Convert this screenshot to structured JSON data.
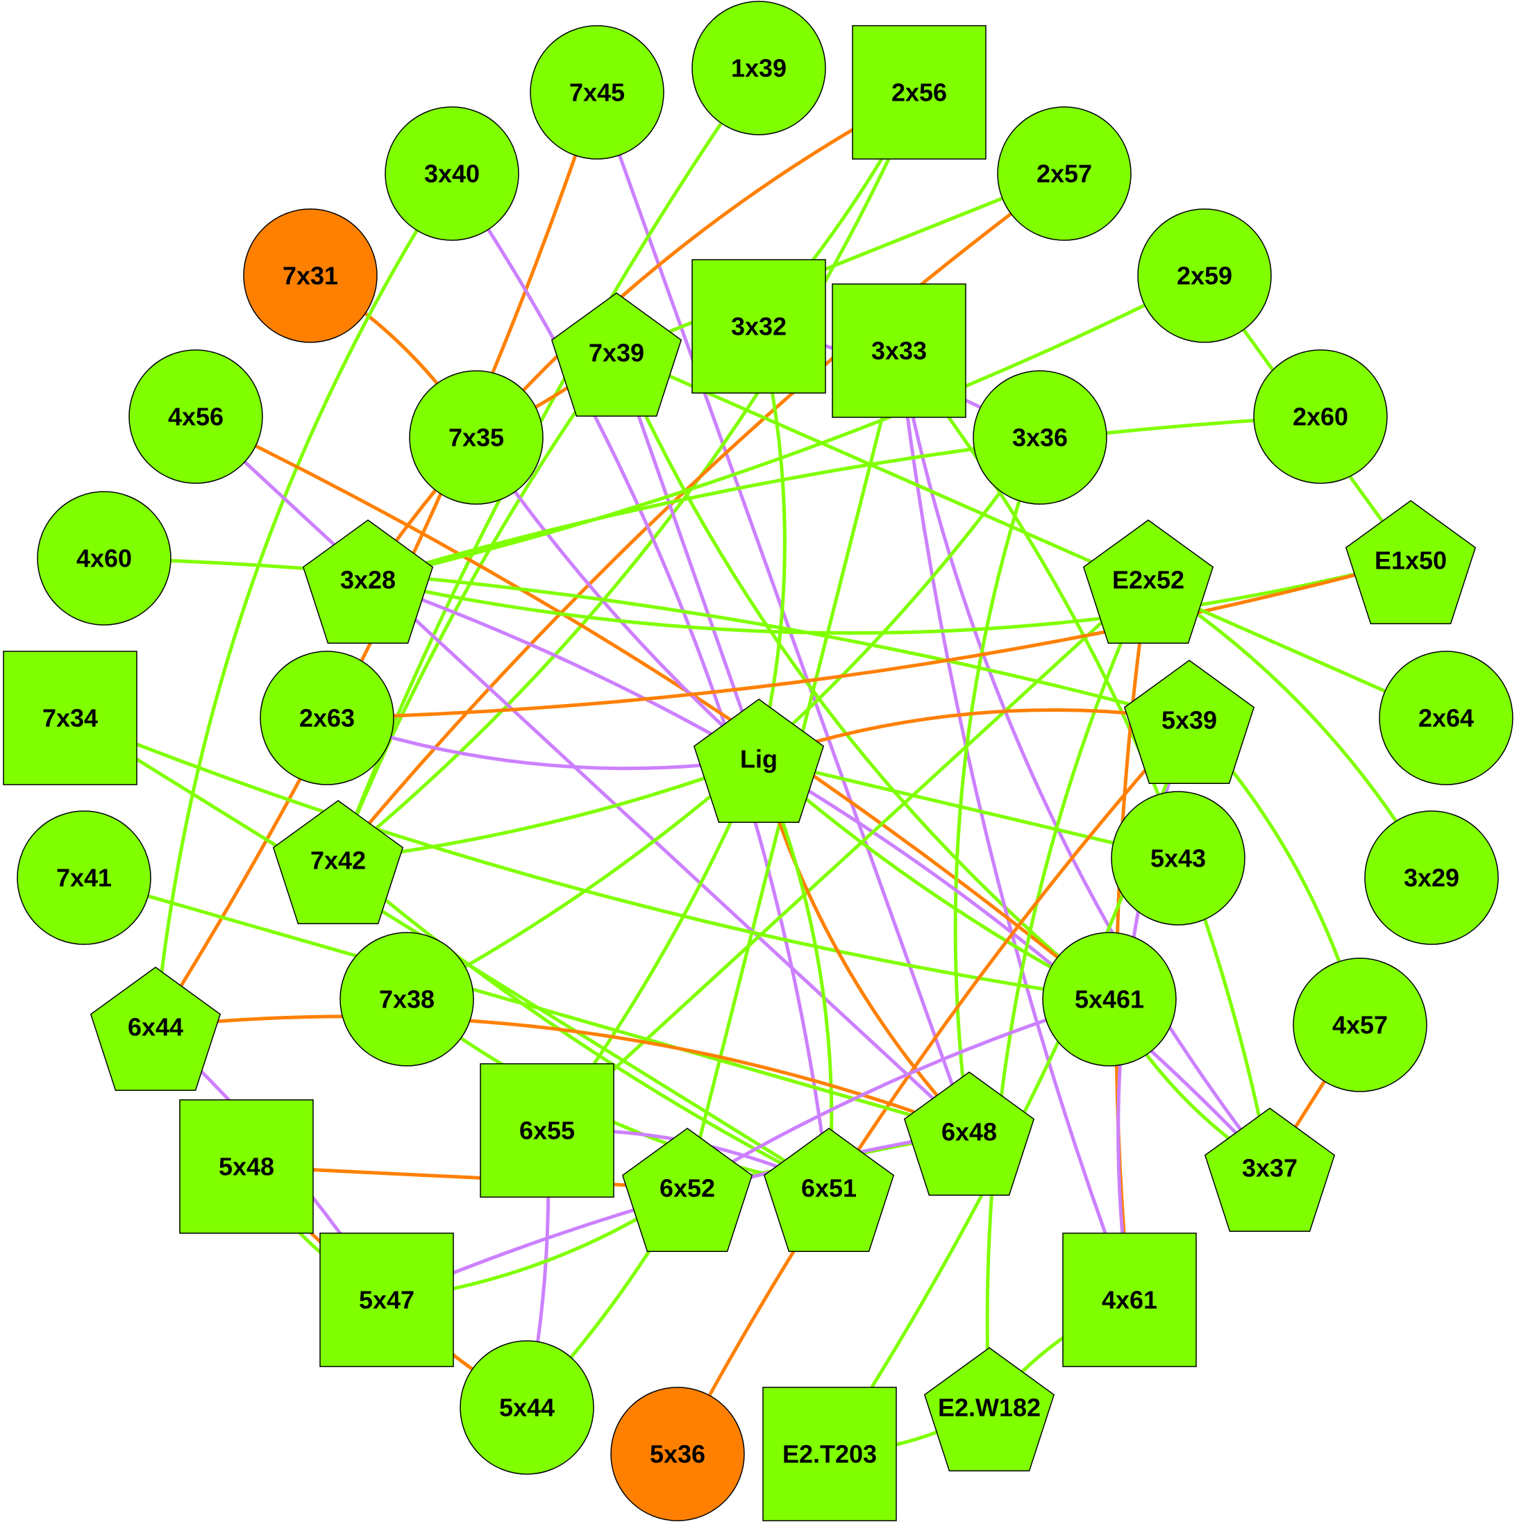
{
  "colors": {
    "green": "#80ff00",
    "orange": "#ff8000",
    "purple": "#cc80ff"
  },
  "nodes": [
    {
      "id": "1x39",
      "shape": "circle",
      "color": "green"
    },
    {
      "id": "7x45",
      "shape": "circle",
      "color": "green"
    },
    {
      "id": "2x56",
      "shape": "square",
      "color": "green"
    },
    {
      "id": "3x40",
      "shape": "circle",
      "color": "green"
    },
    {
      "id": "2x57",
      "shape": "circle",
      "color": "green"
    },
    {
      "id": "7x31",
      "shape": "circle",
      "color": "orange"
    },
    {
      "id": "2x59",
      "shape": "circle",
      "color": "green"
    },
    {
      "id": "7x39",
      "shape": "pentagon",
      "color": "green"
    },
    {
      "id": "3x32",
      "shape": "square",
      "color": "green"
    },
    {
      "id": "3x33",
      "shape": "square",
      "color": "green"
    },
    {
      "id": "4x56",
      "shape": "circle",
      "color": "green"
    },
    {
      "id": "7x35",
      "shape": "circle",
      "color": "green"
    },
    {
      "id": "3x36",
      "shape": "circle",
      "color": "green"
    },
    {
      "id": "2x60",
      "shape": "circle",
      "color": "green"
    },
    {
      "id": "4x60",
      "shape": "circle",
      "color": "green"
    },
    {
      "id": "3x28",
      "shape": "pentagon",
      "color": "green"
    },
    {
      "id": "E2x52",
      "shape": "pentagon",
      "color": "green"
    },
    {
      "id": "E1x50",
      "shape": "pentagon",
      "color": "green"
    },
    {
      "id": "7x34",
      "shape": "square",
      "color": "green"
    },
    {
      "id": "2x63",
      "shape": "circle",
      "color": "green"
    },
    {
      "id": "Lig",
      "shape": "pentagon",
      "color": "green"
    },
    {
      "id": "5x39",
      "shape": "pentagon",
      "color": "green"
    },
    {
      "id": "2x64",
      "shape": "circle",
      "color": "green"
    },
    {
      "id": "7x42",
      "shape": "pentagon",
      "color": "green"
    },
    {
      "id": "5x43",
      "shape": "circle",
      "color": "green"
    },
    {
      "id": "7x41",
      "shape": "circle",
      "color": "green"
    },
    {
      "id": "3x29",
      "shape": "circle",
      "color": "green"
    },
    {
      "id": "7x38",
      "shape": "circle",
      "color": "green"
    },
    {
      "id": "5x461",
      "shape": "circle",
      "color": "green"
    },
    {
      "id": "6x44",
      "shape": "pentagon",
      "color": "green"
    },
    {
      "id": "4x57",
      "shape": "circle",
      "color": "green"
    },
    {
      "id": "6x55",
      "shape": "square",
      "color": "green"
    },
    {
      "id": "6x48",
      "shape": "pentagon",
      "color": "green"
    },
    {
      "id": "5x48",
      "shape": "square",
      "color": "green"
    },
    {
      "id": "6x52",
      "shape": "pentagon",
      "color": "green"
    },
    {
      "id": "6x51",
      "shape": "pentagon",
      "color": "green"
    },
    {
      "id": "3x37",
      "shape": "pentagon",
      "color": "green"
    },
    {
      "id": "5x47",
      "shape": "square",
      "color": "green"
    },
    {
      "id": "4x61",
      "shape": "square",
      "color": "green"
    },
    {
      "id": "5x44",
      "shape": "circle",
      "color": "green"
    },
    {
      "id": "5x36",
      "shape": "circle",
      "color": "orange"
    },
    {
      "id": "E2.T203",
      "shape": "square",
      "color": "green"
    },
    {
      "id": "E2.W182",
      "shape": "pentagon",
      "color": "green"
    }
  ],
  "edges": [
    {
      "from": "7x31",
      "to": "7x35",
      "color": "orange"
    },
    {
      "from": "7x45",
      "to": "6x44",
      "color": "orange"
    },
    {
      "from": "7x45",
      "to": "6x48",
      "color": "purple"
    },
    {
      "from": "1x39",
      "to": "7x42",
      "color": "green"
    },
    {
      "from": "2x56",
      "to": "3x28",
      "color": "orange"
    },
    {
      "from": "2x56",
      "to": "7x42",
      "color": "green"
    },
    {
      "from": "2x56",
      "to": "3x32",
      "color": "green"
    },
    {
      "from": "2x57",
      "to": "7x39",
      "color": "green"
    },
    {
      "from": "2x57",
      "to": "7x42",
      "color": "orange"
    },
    {
      "from": "3x40",
      "to": "6x44",
      "color": "green"
    },
    {
      "from": "3x40",
      "to": "6x51",
      "color": "purple"
    },
    {
      "from": "7x39",
      "to": "7x35",
      "color": "orange"
    },
    {
      "from": "7x39",
      "to": "Lig",
      "color": "purple"
    },
    {
      "from": "7x39",
      "to": "7x42",
      "color": "green"
    },
    {
      "from": "7x39",
      "to": "5x461",
      "color": "green"
    },
    {
      "from": "3x32",
      "to": "Lig",
      "color": "green"
    },
    {
      "from": "3x32",
      "to": "3x36",
      "color": "purple"
    },
    {
      "from": "3x33",
      "to": "6x52",
      "color": "green"
    },
    {
      "from": "3x33",
      "to": "4x61",
      "color": "purple"
    },
    {
      "from": "3x33",
      "to": "3x37",
      "color": "purple"
    },
    {
      "from": "3x33",
      "to": "3x37",
      "color": "green"
    },
    {
      "from": "4x56",
      "to": "5x461",
      "color": "orange"
    },
    {
      "from": "4x56",
      "to": "6x48",
      "color": "purple"
    },
    {
      "from": "7x35",
      "to": "Lig",
      "color": "purple"
    },
    {
      "from": "3x36",
      "to": "6x48",
      "color": "green"
    },
    {
      "from": "3x36",
      "to": "7x38",
      "color": "green"
    },
    {
      "from": "2x59",
      "to": "3x28",
      "color": "green"
    },
    {
      "from": "2x59",
      "to": "E1x50",
      "color": "green"
    },
    {
      "from": "2x60",
      "to": "3x28",
      "color": "green"
    },
    {
      "from": "3x28",
      "to": "E1x50",
      "color": "green"
    },
    {
      "from": "3x28",
      "to": "3x37",
      "color": "purple"
    },
    {
      "from": "4x60",
      "to": "5x39",
      "color": "green"
    },
    {
      "from": "E2x52",
      "to": "6x55",
      "color": "green"
    },
    {
      "from": "E2x52",
      "to": "4x61",
      "color": "orange"
    },
    {
      "from": "E2x52",
      "to": "E2.W182",
      "color": "green"
    },
    {
      "from": "E2x52",
      "to": "3x29",
      "color": "green"
    },
    {
      "from": "E1x50",
      "to": "2x63",
      "color": "orange"
    },
    {
      "from": "7x34",
      "to": "6x51",
      "color": "green"
    },
    {
      "from": "7x34",
      "to": "5x461",
      "color": "green"
    },
    {
      "from": "2x63",
      "to": "Lig",
      "color": "purple"
    },
    {
      "from": "Lig",
      "to": "5x39",
      "color": "orange"
    },
    {
      "from": "Lig",
      "to": "7x42",
      "color": "green"
    },
    {
      "from": "Lig",
      "to": "5x43",
      "color": "green"
    },
    {
      "from": "Lig",
      "to": "5x461",
      "color": "green"
    },
    {
      "from": "Lig",
      "to": "6x48",
      "color": "orange"
    },
    {
      "from": "Lig",
      "to": "6x51",
      "color": "green"
    },
    {
      "from": "Lig",
      "to": "6x55",
      "color": "green"
    },
    {
      "from": "7x39",
      "to": "2x64",
      "color": "green"
    },
    {
      "from": "5x39",
      "to": "5x36",
      "color": "orange"
    },
    {
      "from": "5x39",
      "to": "4x61",
      "color": "purple"
    },
    {
      "from": "5x39",
      "to": "4x57",
      "color": "green"
    },
    {
      "from": "5x39",
      "to": "E2.T203",
      "color": "green"
    },
    {
      "from": "7x41",
      "to": "6x48",
      "color": "green"
    },
    {
      "from": "7x42",
      "to": "6x51",
      "color": "green"
    },
    {
      "from": "7x38",
      "to": "6x51",
      "color": "green"
    },
    {
      "from": "6x44",
      "to": "6x48",
      "color": "orange"
    },
    {
      "from": "6x44",
      "to": "5x47",
      "color": "purple"
    },
    {
      "from": "4x57",
      "to": "3x37",
      "color": "orange"
    },
    {
      "from": "5x461",
      "to": "6x52",
      "color": "purple"
    },
    {
      "from": "5x461",
      "to": "3x37",
      "color": "green"
    },
    {
      "from": "6x55",
      "to": "6x51",
      "color": "purple"
    },
    {
      "from": "6x55",
      "to": "5x44",
      "color": "purple"
    },
    {
      "from": "5x48",
      "to": "6x52",
      "color": "orange"
    },
    {
      "from": "5x48",
      "to": "5x44",
      "color": "orange"
    },
    {
      "from": "5x48",
      "to": "5x47",
      "color": "green"
    },
    {
      "from": "6x52",
      "to": "5x47",
      "color": "green"
    },
    {
      "from": "6x52",
      "to": "5x44",
      "color": "green"
    },
    {
      "from": "6x52",
      "to": "6x48",
      "color": "green"
    },
    {
      "from": "6x48",
      "to": "5x47",
      "color": "purple"
    },
    {
      "from": "4x61",
      "to": "E2.W182",
      "color": "green"
    },
    {
      "from": "E2.W182",
      "to": "E2.T203",
      "color": "green"
    }
  ]
}
